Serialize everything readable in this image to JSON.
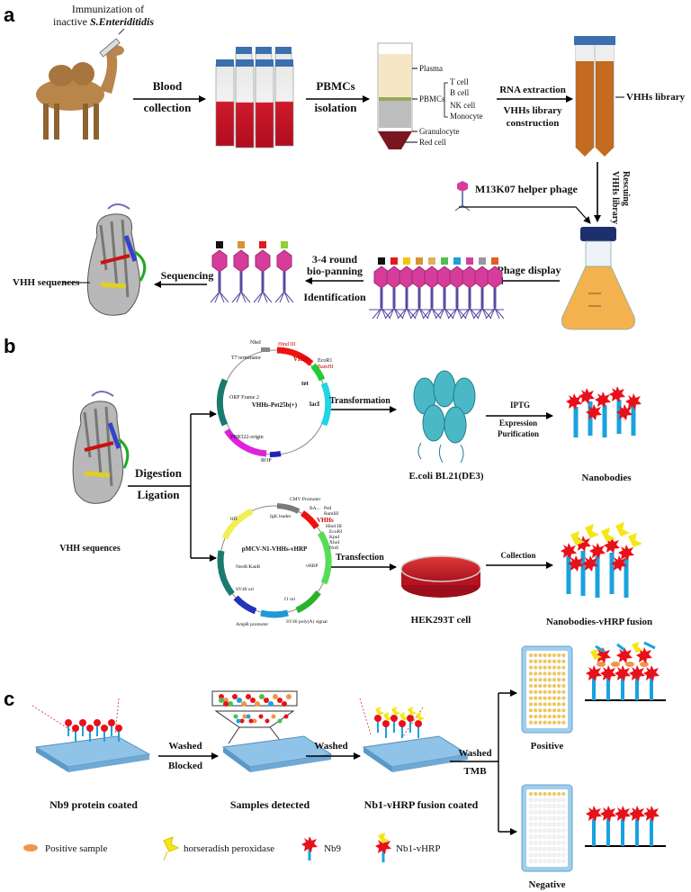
{
  "panels": {
    "a": "a",
    "b": "b",
    "c": "c"
  },
  "section_a": {
    "immunization_line1": "Immunization of",
    "immunization_line2": "inactive",
    "immunization_species": "S.Enteriditidis",
    "blood_line1": "Blood",
    "blood_line2": "collection",
    "pbmcs_line1": "PBMCs",
    "pbmcs_line2": "isolation",
    "layers": {
      "plasma": "Plasma",
      "pbmcs": "PBMCs",
      "t_cell": "T cell",
      "b_cell": "B cell",
      "nk_cell": "NK cell",
      "monocyte": "Monocyte",
      "granulocyte": "Granulocyte",
      "red_cell": "Red  cell"
    },
    "rna_extraction": "RNA extraction",
    "library_construction_1": "VHHs library",
    "library_construction_2": "construction",
    "vhhs_library": "VHHs library",
    "rescuing_1": "VHHs library",
    "rescuing_2": "Rescuing",
    "helper_phage": "M13K07 helper phage",
    "phage_display": "Phage  display",
    "round_1": "3-4 round",
    "round_2": "bio-panning",
    "identification": "Identification",
    "sequencing": "Sequencing",
    "vhh_sequences": "VHH  sequences"
  },
  "section_b": {
    "digestion": "Digestion",
    "ligation": "Ligation",
    "vhh_sequences": "VHH sequences",
    "plasmid1": {
      "name": "VHHs-Pet25b(+)",
      "nhei": "NheI",
      "hindiii": "Hind III",
      "vhhs": "VHHs",
      "ecor1": "EcoR1",
      "bamhi": "BamHI",
      "t7": "T7 terminator",
      "tet": "tet",
      "laci": "lacI",
      "orf": "ORF Frame 2",
      "pbr": "PBR322-origin",
      "rop": "ROP"
    },
    "transformation": "Transformation",
    "ecoli": "E.coli BL21(DE3)",
    "iptg": "IPTG",
    "expression": "Expression",
    "purification": "Purification",
    "nanobodies": "Nanobodies",
    "plasmid2": {
      "name": "pMCV-N1-VHHs-vHRP",
      "cmv": "CMV Promoter",
      "igk": "IgK leader",
      "ba": "BA...",
      "psti": "PstI",
      "bamhi": "BamHI",
      "vhhs": "VHHs",
      "hindiii": "Hind III",
      "ecori": "EcoRI",
      "kpni": "KpnI",
      "xhoi": "XhoI",
      "noti": "NotI",
      "ori": "ori",
      "vhrp": "vHRP",
      "neor": "NeoR/KanR",
      "sv40ori": "SV40 ori",
      "f1ori": "f1 ori",
      "sv40poly": "SV40 poly(A) signal",
      "ampr": "AmpR promoter"
    },
    "transfection": "Transfection",
    "hek": "HEK293T cell",
    "collection": "Collection",
    "fusion": "Nanobodies-vHRP fusion"
  },
  "section_c": {
    "washed1": "Washed",
    "blocked": "Blocked",
    "washed2": "Washed",
    "washed3": "Washed",
    "tmb": "TMB",
    "step1": "Nb9 protein coated",
    "step2": "Samples detected",
    "step3": "Nb1-vHRP fusion coated",
    "positive": "Positive",
    "negative": "Negative",
    "legend": {
      "positive_sample": "Positive sample",
      "hrp": "horseradish peroxidase",
      "nb9": "Nb9",
      "nb1_vhrp": "Nb1-vHRP"
    }
  },
  "colors": {
    "blood": "#c8102e",
    "plate_blue": "#8fc3e8",
    "nanobody_red": "#e8101a",
    "stick_blue": "#19a3dd",
    "hrp_yellow": "#f5e614",
    "phage_pink": "#d63d9b",
    "camel": "#b8864a",
    "flask_orange": "#f3b24e"
  }
}
